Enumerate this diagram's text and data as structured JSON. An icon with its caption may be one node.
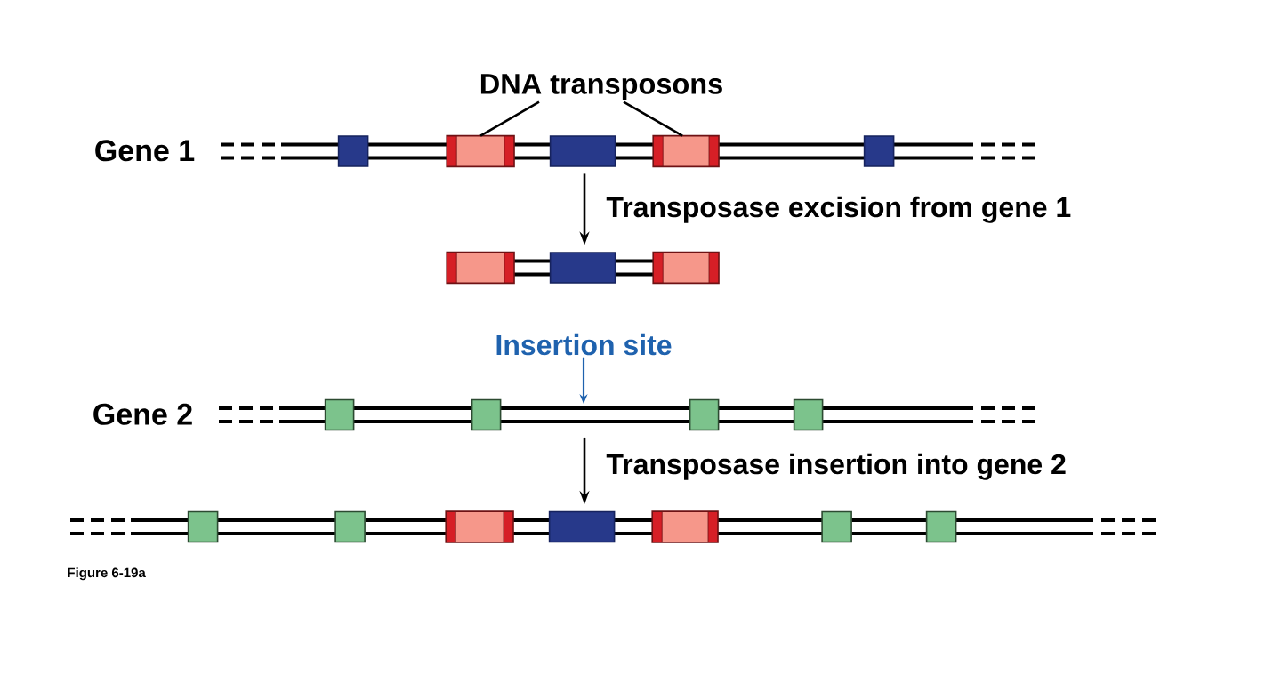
{
  "diagram": {
    "caption": "Figure 6-19a",
    "nodes": [
      {
        "text": [
          "DNA transposons"
        ]
      },
      {
        "text": [],
        "shape": "bar",
        "beside": [
          "Gene 1"
        ]
      },
      {
        "text": [],
        "shape": "box",
        "in": 1
      },
      {
        "text": [],
        "shape": "box",
        "in": 1
      },
      {
        "text": [],
        "shape": "box",
        "in": 1
      },
      {
        "text": [],
        "shape": "box",
        "in": 1
      },
      {
        "text": [],
        "shape": "box",
        "in": 1
      },
      {
        "text": [],
        "shape": "bar"
      },
      {
        "text": [],
        "shape": "box",
        "in": 7
      },
      {
        "text": [],
        "shape": "box",
        "in": 7
      },
      {
        "text": [],
        "shape": "box",
        "in": 7
      },
      {
        "text": [
          "Insertion site"
        ]
      },
      {
        "text": [],
        "shape": "bar",
        "beside": [
          "Gene 2"
        ]
      },
      {
        "text": [],
        "shape": "box",
        "in": 12
      },
      {
        "text": [],
        "shape": "box",
        "in": 12
      },
      {
        "text": [],
        "shape": "box",
        "in": 12
      },
      {
        "text": [],
        "shape": "box",
        "in": 12
      },
      {
        "text": [],
        "shape": "bar"
      },
      {
        "text": [],
        "shape": "box",
        "in": 17
      },
      {
        "text": [],
        "shape": "box",
        "in": 17
      },
      {
        "text": [],
        "shape": "box",
        "in": 17
      },
      {
        "text": [],
        "shape": "box",
        "in": 17
      },
      {
        "text": [],
        "shape": "box",
        "in": 17
      },
      {
        "text": [],
        "shape": "box",
        "in": 17
      },
      {
        "text": [],
        "shape": "box",
        "in": 17
      }
    ],
    "edges": [
      {
        "from": 0,
        "to": 3,
        "arrow": "none"
      },
      {
        "from": 0,
        "to": 5,
        "arrow": "none"
      },
      {
        "from": 1,
        "to": 7,
        "arrow": "to",
        "label": "Transposase excision from gene 1"
      },
      {
        "from": 11,
        "to": 12,
        "arrow": "to",
        "color": "#1f62ae"
      },
      {
        "from": 12,
        "to": 17,
        "arrow": "to",
        "label": "Transposase insertion into gene 2"
      }
    ]
  }
}
